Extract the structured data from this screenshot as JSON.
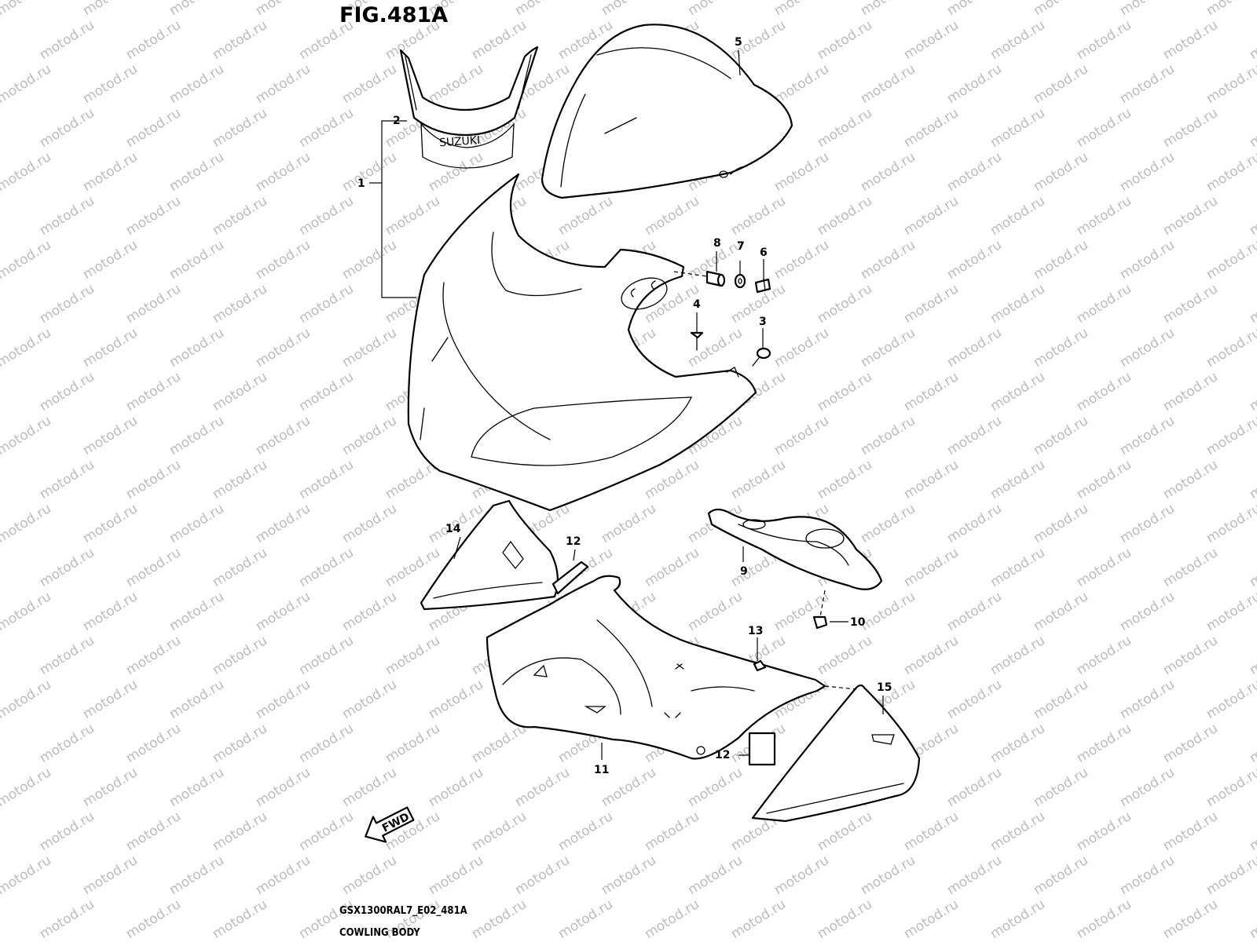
{
  "figure": {
    "title": "FIG.481A",
    "model_code": "GSX1300RAL7_E02_481A",
    "caption": "COWLING BODY",
    "watermark": "motod.ru",
    "fwd_label": "FWD",
    "decal_text": "SUZUKI"
  },
  "callouts": [
    {
      "id": "1",
      "label": "1"
    },
    {
      "id": "2",
      "label": "2"
    },
    {
      "id": "3",
      "label": "3"
    },
    {
      "id": "4",
      "label": "4"
    },
    {
      "id": "5",
      "label": "5"
    },
    {
      "id": "6",
      "label": "6"
    },
    {
      "id": "7",
      "label": "7"
    },
    {
      "id": "8",
      "label": "8"
    },
    {
      "id": "9",
      "label": "9"
    },
    {
      "id": "10",
      "label": "10"
    },
    {
      "id": "11",
      "label": "11"
    },
    {
      "id": "12a",
      "label": "12"
    },
    {
      "id": "12b",
      "label": "12"
    },
    {
      "id": "13",
      "label": "13"
    },
    {
      "id": "14",
      "label": "14"
    },
    {
      "id": "15",
      "label": "15"
    }
  ]
}
